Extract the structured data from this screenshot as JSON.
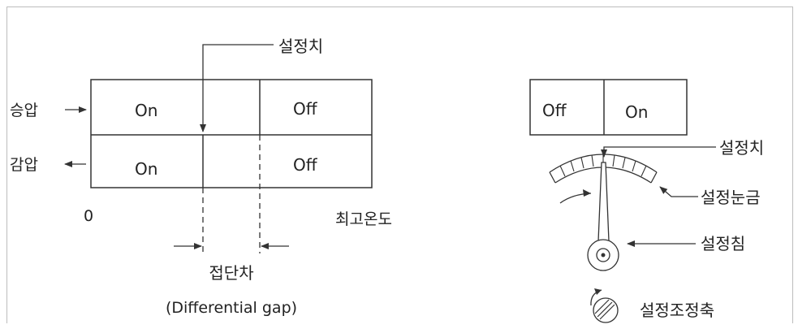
{
  "left_diagram": {
    "setpoint_label": "설정치",
    "row_rise_label": "승압",
    "row_fall_label": "감압",
    "cell_on_rise": "On",
    "cell_off_rise": "Off",
    "cell_on_fall": "On",
    "cell_off_fall": "Off",
    "axis_zero": "0",
    "axis_max_label": "최고온도",
    "gap_label": "접단차",
    "gap_label_en": "(Differential gap)"
  },
  "right_diagram": {
    "cell_off": "Off",
    "cell_on": "On",
    "setpoint_label": "설정치",
    "scale_label": "설정눈금",
    "needle_label": "설정침",
    "adjust_shaft_label": "설정조정축"
  },
  "colors": {
    "line": "#333333",
    "text": "#222222",
    "frame": "#bdbdbd"
  }
}
